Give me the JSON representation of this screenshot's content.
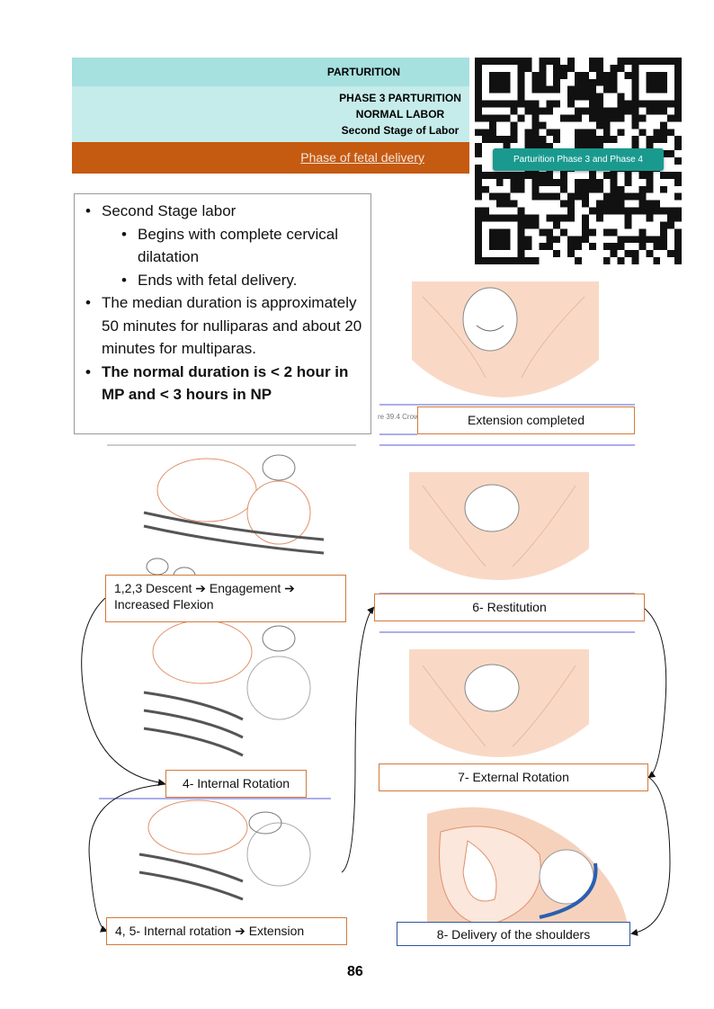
{
  "header": {
    "title": "PARTURITION",
    "subtitle_lines": [
      "PHASE 3 PARTURITION",
      "NORMAL LABOR",
      "Second Stage of Labor"
    ],
    "phase_link": "Phase of fetal delivery"
  },
  "qr": {
    "label": "Parturition Phase 3 and Phase 4"
  },
  "textbox": {
    "items": [
      {
        "text": "Second Stage labor",
        "level": 1,
        "bold": false
      },
      {
        "text": "Begins with complete cervical dilatation",
        "level": 2,
        "bold": false
      },
      {
        "text": "Ends with fetal delivery.",
        "level": 2,
        "bold": false
      },
      {
        "text": "The median duration is approximately 50 minutes for nulliparas and about 20 minutes for multiparas.",
        "level": 1,
        "bold": false
      },
      {
        "text": "The normal duration is < 2 hour in MP and < 3 hours in NP",
        "level": 1,
        "bold": true
      }
    ]
  },
  "figure_caption_fragment": "re 39.4 Crow",
  "labels": {
    "extension_completed": "Extension completed",
    "descent": "1,2,3 Descent ➔ Engagement ➔ Increased Flexion",
    "internal_rotation": "4- Internal Rotation",
    "internal_rotation_extension": "4, 5- Internal rotation ➔ Extension",
    "restitution": "6- Restitution",
    "external_rotation": "7- External Rotation",
    "shoulders": "8- Delivery of the shoulders"
  },
  "page_number": "86",
  "colors": {
    "band1": "#a6e0df",
    "band2": "#c5ecea",
    "band3": "#c55a11",
    "qr_label": "#1a9a8f",
    "skin": "#f9d9c6",
    "outline": "#e0906a"
  }
}
